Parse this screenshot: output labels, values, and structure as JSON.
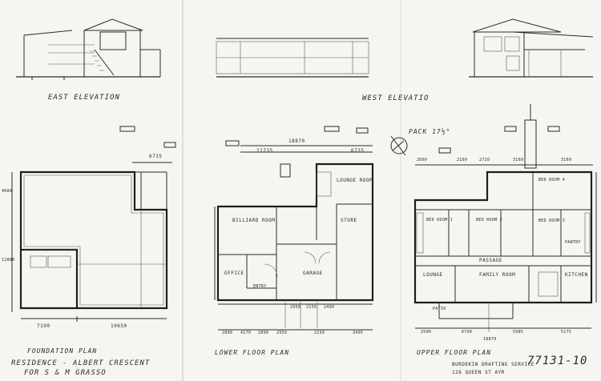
{
  "titles": {
    "east_elevation": "EAST ELEVATION",
    "west_elevation": "WEST ELEVATIO",
    "foundation_plan": "FOUNDATION PLAN",
    "lower_floor_plan": "LOWER FLOOR PLAN",
    "upper_floor_plan": "UPPER FLOOR PLAN"
  },
  "title_block": {
    "residence": "RESIDENCE - ALBERT CRESCENT",
    "client": "FOR S & M GRASSO",
    "drafting_firm": "BURDEKIN DRAFTING SERVICE",
    "address": "126 QUEEN ST AYR",
    "drawing_number": "77131-10"
  },
  "north_note": "PACK 17½°",
  "rooms": {
    "lower": {
      "billiard": "BILLIARD ROOM",
      "lounge": "LOUNGE ROOM",
      "store": "STORE",
      "office": "OFFICE",
      "garage": "GARAGE",
      "entry": "ENTRY"
    },
    "upper": {
      "bed1": "BED ROOM 1",
      "bed2": "BED ROOM 2",
      "bed3": "BED ROOM 3",
      "bed4": "BED ROOM 4",
      "lounge": "LOUNGE",
      "family": "FAMILY ROOM",
      "kitchen": "KITCHEN",
      "pantry": "PANTRY",
      "passage": "PASSAGE",
      "patio": "PATIO"
    }
  },
  "dimensions": {
    "foundation_top": "6735",
    "foundation_bottom_left": "7190",
    "foundation_bottom_right": "10650",
    "lower_top_overall": "18870",
    "lower_top_sub": "11735",
    "lower_top_right": "6735",
    "lower_bottom": [
      "2890",
      "4170",
      "2890",
      "2950",
      "2150",
      "3495"
    ],
    "lower_bottom_sub": [
      "2950",
      "2150",
      "2490"
    ],
    "upper_top": [
      "2660",
      "2160",
      "2720",
      "3160",
      "3160"
    ],
    "upper_bottom": [
      "2500",
      "6790",
      "5985",
      "5175"
    ],
    "upper_bottom_overall": "18870",
    "left_side": [
      "4680",
      "12880"
    ]
  }
}
